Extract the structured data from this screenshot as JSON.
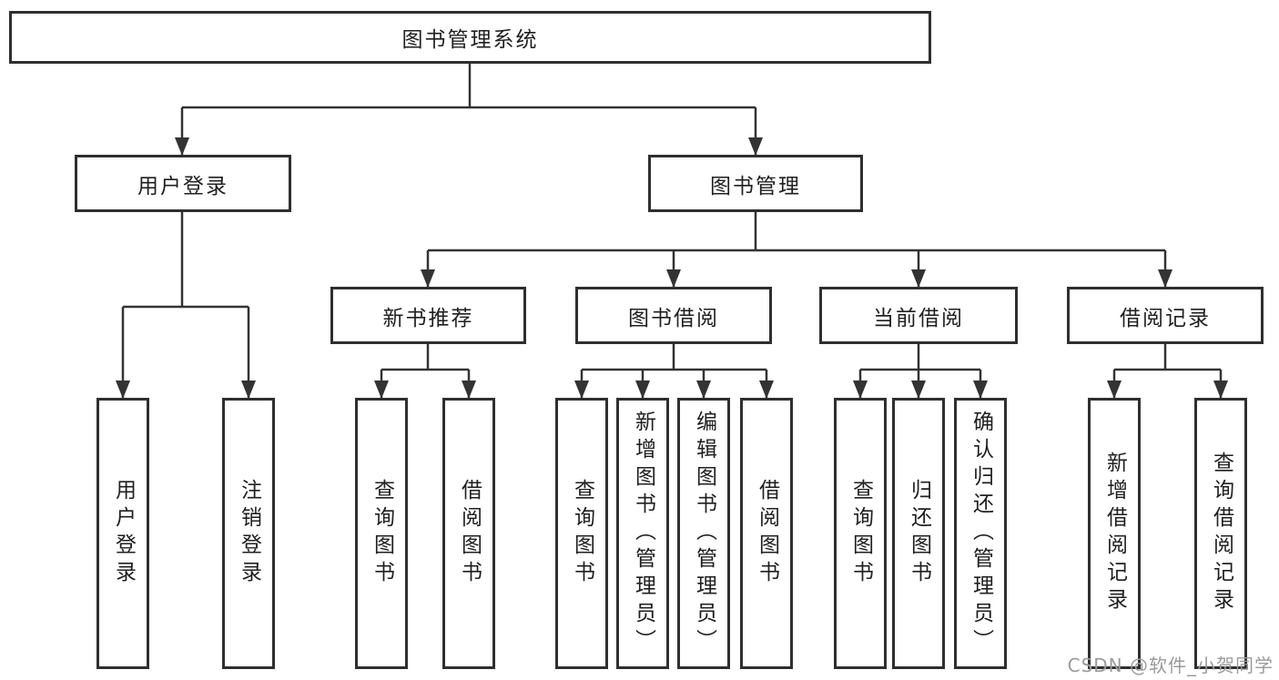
{
  "tree": {
    "root": {
      "label": "图书管理系统"
    },
    "branches": [
      {
        "label": "用户登录",
        "children": [
          {
            "label": "用户登录"
          },
          {
            "label": "注销登录"
          }
        ]
      },
      {
        "label": "图书管理",
        "children": [
          {
            "label": "新书推荐",
            "children": [
              {
                "label": "查询图书"
              },
              {
                "label": "借阅图书"
              }
            ]
          },
          {
            "label": "图书借阅",
            "children": [
              {
                "label": "查询图书"
              },
              {
                "label": "新增图书（管理员）"
              },
              {
                "label": "编辑图书（管理员）"
              },
              {
                "label": "借阅图书"
              }
            ]
          },
          {
            "label": "当前借阅",
            "children": [
              {
                "label": "查询图书"
              },
              {
                "label": "归还图书"
              },
              {
                "label": "确认归还（管理员）"
              }
            ]
          },
          {
            "label": "借阅记录",
            "children": [
              {
                "label": "新增借阅记录"
              },
              {
                "label": "查询借阅记录"
              }
            ]
          }
        ]
      }
    ]
  },
  "watermark": {
    "text": "CSDN @软件_小贺同学"
  },
  "colors": {
    "line": "#333333",
    "box_border": "#2f2f2f",
    "text": "#1f1f1f",
    "watermark": "#9b9b9b",
    "background": "#ffffff"
  }
}
